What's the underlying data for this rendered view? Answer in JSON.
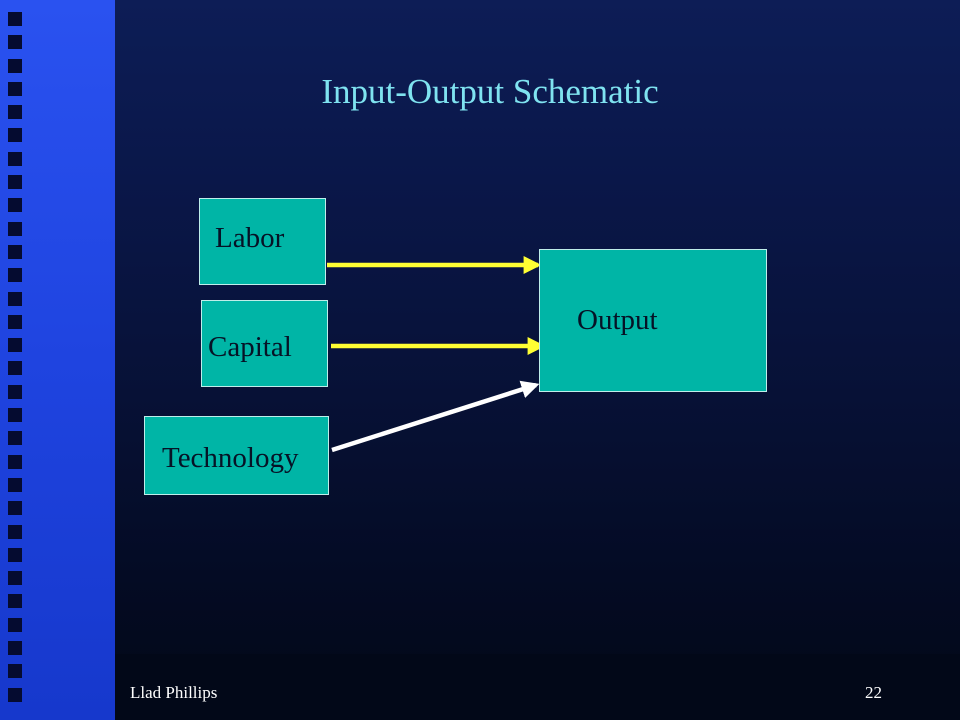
{
  "slide": {
    "title": "Input-Output Schematic",
    "inputs": {
      "labor": "Labor",
      "capital": "Capital",
      "technology": "Technology"
    },
    "output": "Output",
    "footer": {
      "author": "Llad Phillips",
      "page_number": "22"
    }
  },
  "colors": {
    "title": "#7fe3f0",
    "box_fill": "#00b5a6",
    "labor_arrow": "#ffff33",
    "capital_arrow": "#ffff33",
    "technology_arrow": "#ffffff",
    "side_band": "#2a52f0",
    "background": "#071136"
  }
}
